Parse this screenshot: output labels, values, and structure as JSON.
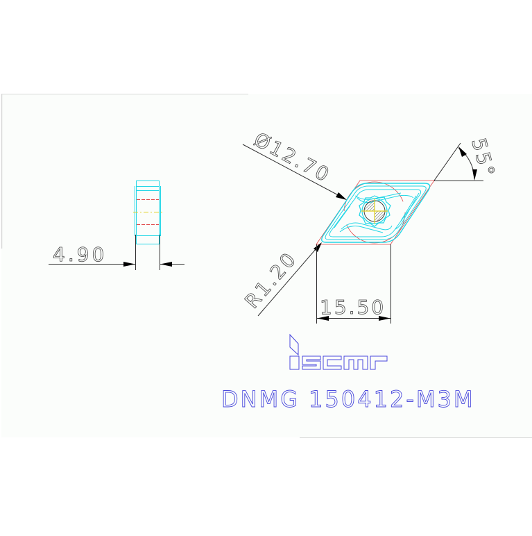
{
  "drawing": {
    "background": "#fbfdfb",
    "colors": {
      "dimension": "#303030",
      "insert_outline": "#22d6e6",
      "construction": "#e04848",
      "centerline": "#e0d020",
      "logo": "#4848dc",
      "border": "#d8d8d8"
    },
    "side_view": {
      "thickness_label": "4.90"
    },
    "top_view": {
      "inscribed_circle_label": "Ø12.70",
      "corner_radius_label": "R1.20",
      "edge_length_label": "15.50",
      "angle_label": "55°"
    },
    "brand": {
      "logo_text": "iscar"
    },
    "part_number": "DNMG 150412-M3M"
  }
}
